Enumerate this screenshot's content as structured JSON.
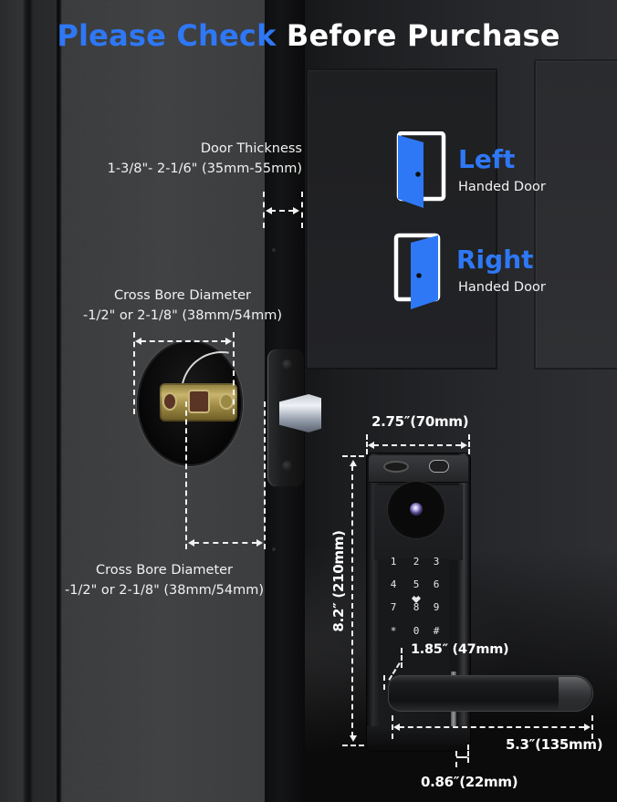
{
  "title": {
    "highlight": "Please Check",
    "rest": "Before Purchase",
    "highlight_color": "#2e78f6",
    "rest_color": "#ffffff"
  },
  "door_thickness": {
    "label": "Door Thickness",
    "value": "1-3/8\"- 2-1/6\" (35mm-55mm)"
  },
  "cross_bore_top": {
    "label": "Cross Bore Diameter",
    "value": "-1/2\" or 2-1/8\" (38mm/54mm)"
  },
  "cross_bore_bottom": {
    "label": "Cross Bore Diameter",
    "value": "-1/2\" or 2-1/8\" (38mm/54mm)"
  },
  "handing": [
    {
      "title": "Left",
      "subtitle": "Handed Door",
      "icon": "left-door-icon"
    },
    {
      "title": "Right",
      "subtitle": "Handed Door",
      "icon": "right-door-icon"
    }
  ],
  "lock_dimensions": {
    "width": "2.75″(70mm)",
    "height": "8.2″ (210mm)",
    "lever_offset": "1.85″ (47mm)",
    "lever_length": "5.3″(135mm)",
    "depth": "0.86″(22mm)"
  },
  "keypad": {
    "keys": [
      "1",
      "2",
      "3",
      "4",
      "5",
      "6",
      "7",
      "8",
      "9",
      "*",
      "0",
      "#"
    ]
  },
  "colors": {
    "accent": "#2e78f6",
    "text": "#f2f2f2",
    "background": "#161718"
  }
}
